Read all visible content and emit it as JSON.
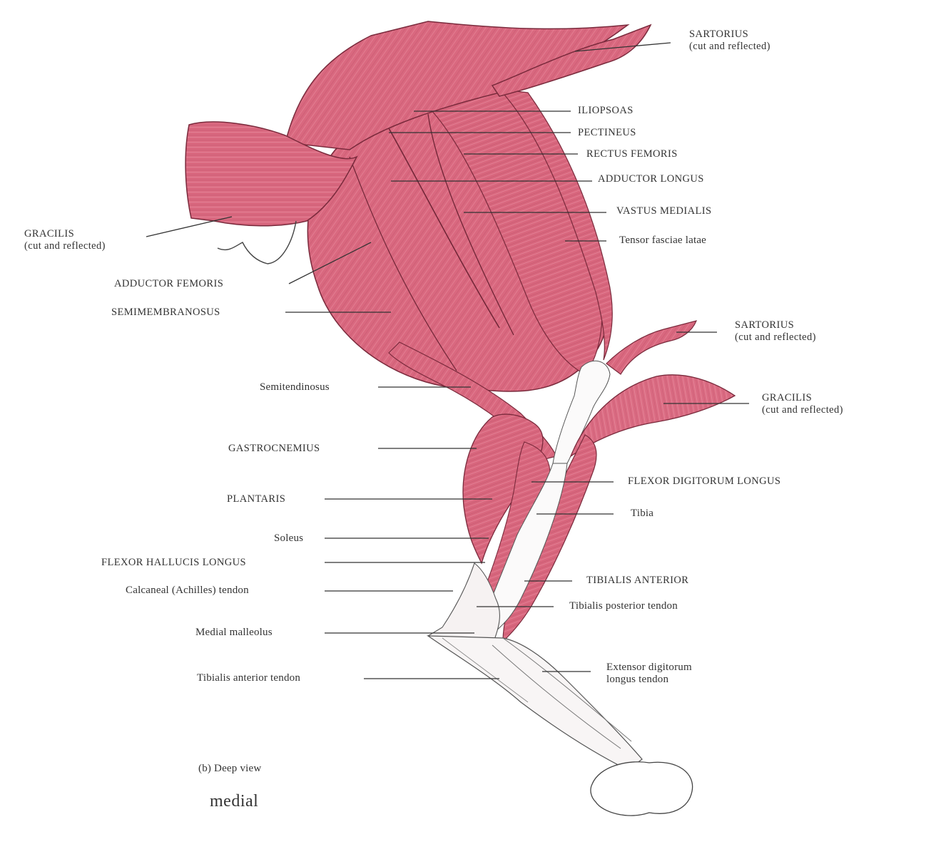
{
  "diagram": {
    "view_caption": "(b) Deep view",
    "orientation": "medial",
    "muscle_color": "#d9687f",
    "muscle_dark": "#b8475f",
    "tendon_color": "#f4f0f0",
    "line_color": "#333333"
  },
  "labels": {
    "sartorius_top": {
      "name": "SARTORIUS",
      "note": "(cut and reflected)"
    },
    "iliopsoas": "ILIOPSOAS",
    "pectineus": "PECTINEUS",
    "rectus_femoris": "RECTUS FEMORIS",
    "adductor_longus": "ADDUCTOR LONGUS",
    "vastus_medialis": "VASTUS MEDIALIS",
    "tensor_fasciae_latae": "Tensor fasciae latae",
    "gracilis_left": {
      "name": "GRACILIS",
      "note": "(cut and reflected)"
    },
    "adductor_femoris": "ADDUCTOR FEMORIS",
    "semimembranosus": "SEMIMEMBRANOSUS",
    "sartorius_right": {
      "name": "SARTORIUS",
      "note": "(cut and reflected)"
    },
    "gracilis_right": {
      "name": "GRACILIS",
      "note": "(cut and reflected)"
    },
    "semitendinosus": "Semitendinosus",
    "gastrocnemius": "GASTROCNEMIUS",
    "plantaris": "PLANTARIS",
    "soleus": "Soleus",
    "flexor_hallucis_longus": "FLEXOR HALLUCIS LONGUS",
    "calcaneal_tendon": "Calcaneal (Achilles) tendon",
    "medial_malleolus": "Medial malleolus",
    "tibialis_anterior_tendon": "Tibialis anterior tendon",
    "flexor_digitorum_longus": "FLEXOR DIGITORUM LONGUS",
    "tibia": "Tibia",
    "tibialis_anterior": "TIBIALIS ANTERIOR",
    "tibialis_posterior_tendon": "Tibialis posterior tendon",
    "extensor_digitorum_longus_tendon": {
      "line1": "Extensor digitorum",
      "line2": "longus tendon"
    }
  }
}
